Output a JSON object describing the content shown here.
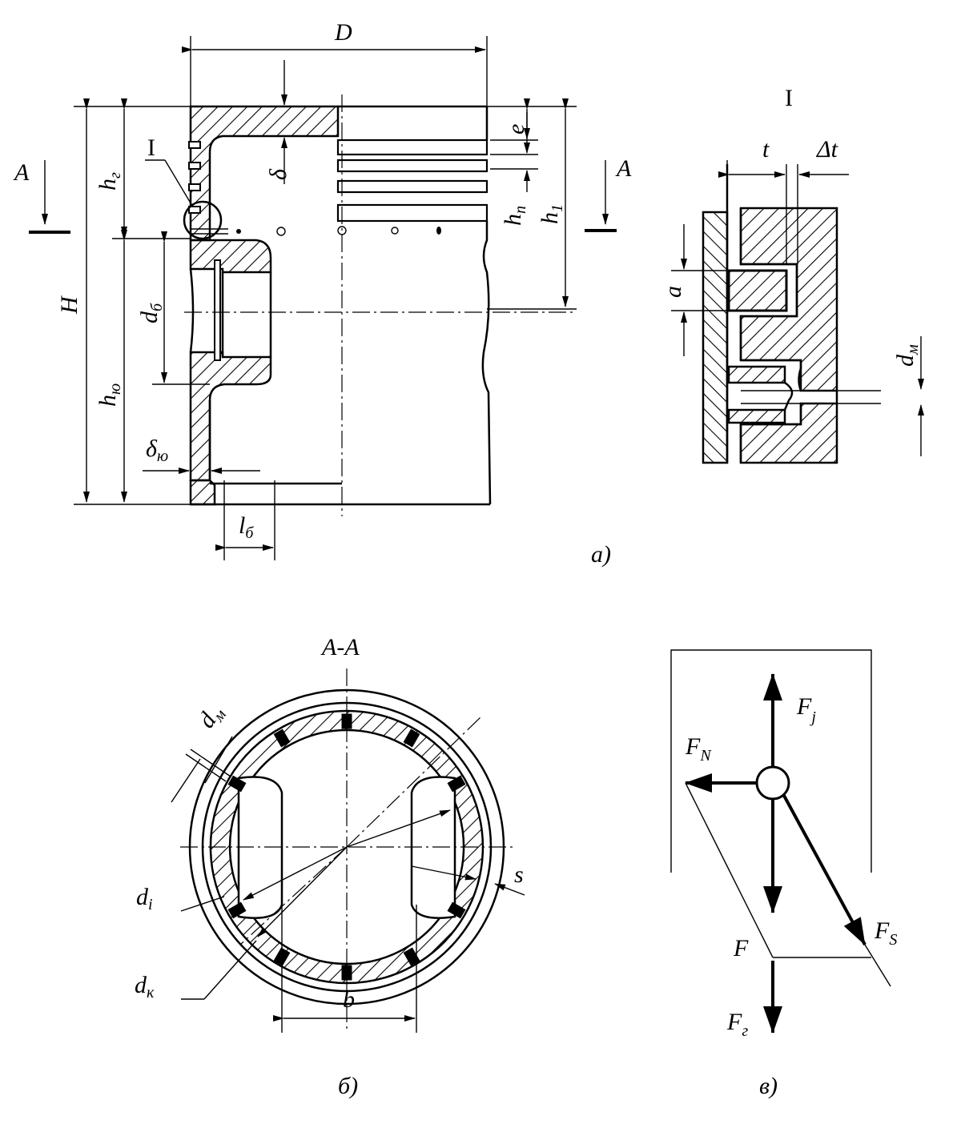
{
  "figure_a": {
    "caption": "а)",
    "section_mark_left": "A",
    "section_mark_right": "A",
    "dim_D": "D",
    "dim_H": "H",
    "dim_delta": "δ",
    "dim_e": "e",
    "dim_h_p_main": "h",
    "dim_h_p_sub": "п",
    "dim_h1_main": "h",
    "dim_h1_sub": "1",
    "dim_hg_main": "h",
    "dim_hg_sub": "г",
    "dim_db_main": "d",
    "dim_db_sub": "б",
    "dim_hyu_main": "h",
    "dim_hyu_sub": "ю",
    "dim_deltayu_main": "δ",
    "dim_deltayu_sub": "ю",
    "dim_lb_main": "l",
    "dim_lb_sub": "б",
    "detail_mark": "I"
  },
  "detail_I": {
    "title": "I",
    "dim_t": "t",
    "dim_delta_t": "Δt",
    "dim_a": "a",
    "dim_dm_main": "d",
    "dim_dm_sub": "м"
  },
  "figure_b": {
    "caption": "б)",
    "section_title": "A-A",
    "dim_dm_main": "d",
    "dim_dm_sub": "м",
    "dim_di_main": "d",
    "dim_di_sub": "i",
    "dim_dk_main": "d",
    "dim_dk_sub": "к",
    "dim_b": "b",
    "dim_s": "s"
  },
  "figure_v": {
    "caption": "в)",
    "force_Fj_main": "F",
    "force_Fj_sub": "j",
    "force_FN_main": "F",
    "force_FN_sub": "N",
    "force_F": "F",
    "force_FS_main": "F",
    "force_FS_sub": "S",
    "force_Fg_main": "F",
    "force_Fg_sub": "г"
  }
}
